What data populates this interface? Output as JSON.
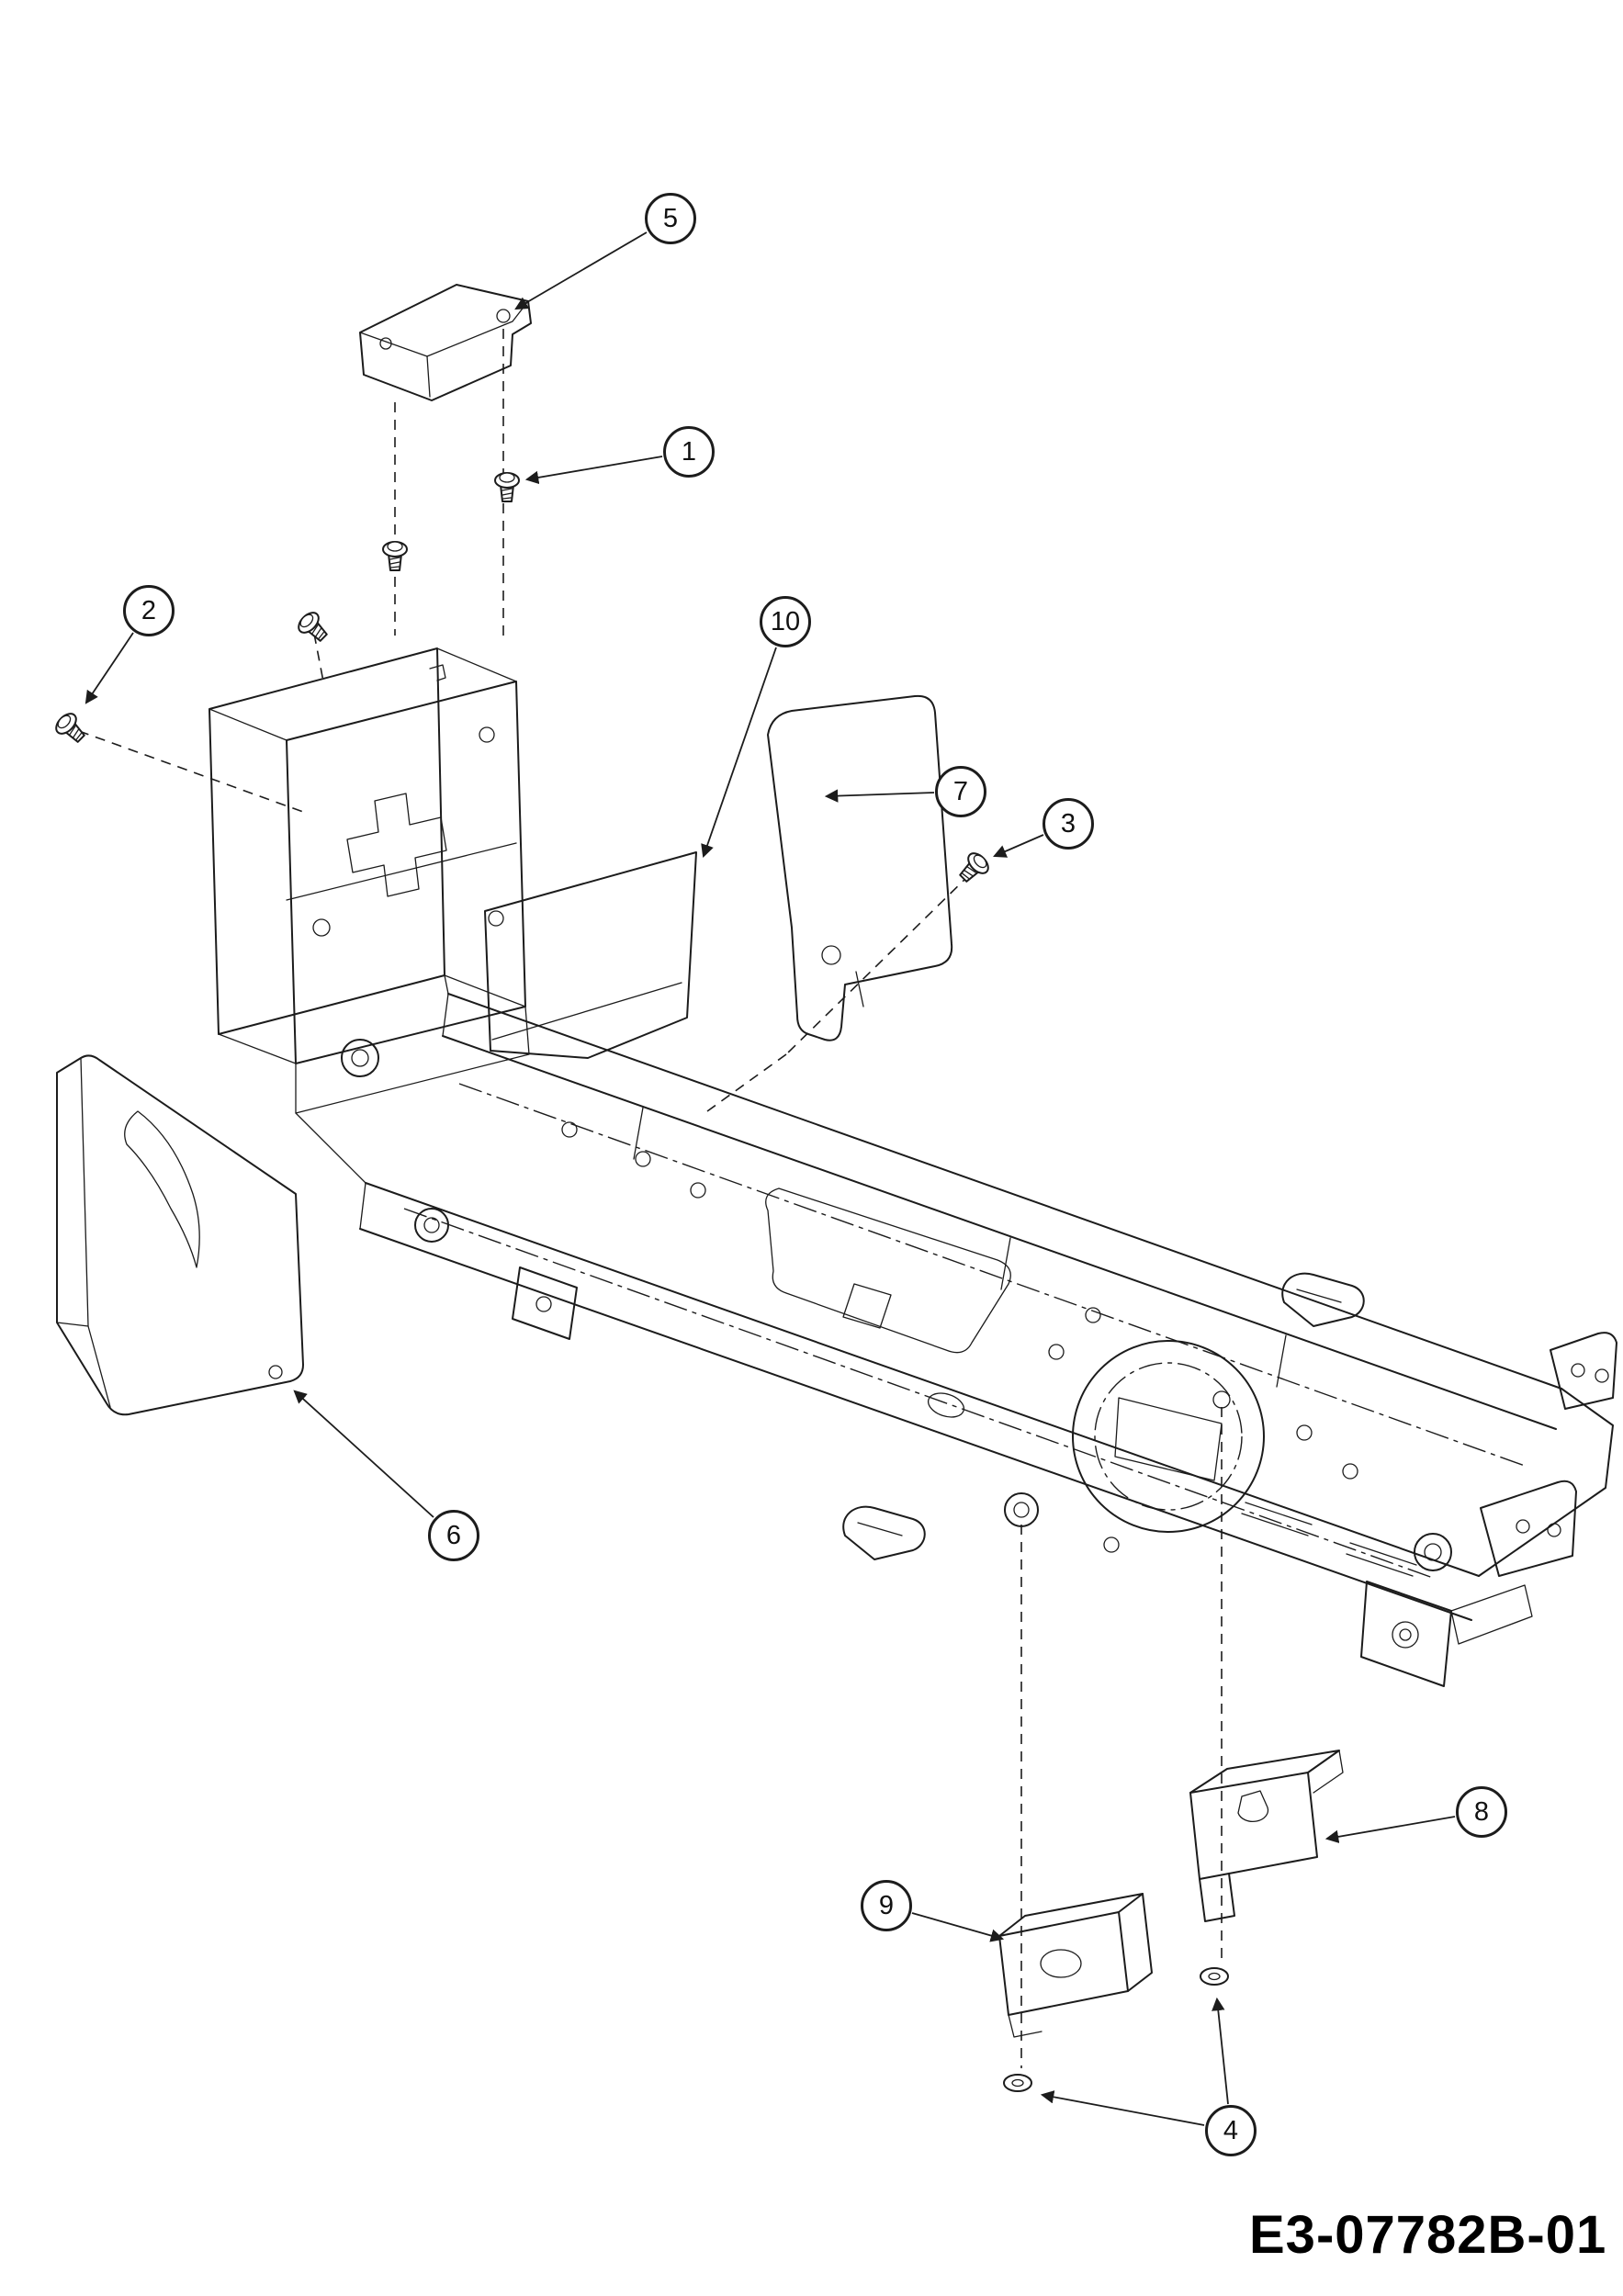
{
  "diagram": {
    "description": "Exploded parts diagram of tractor frame assembly",
    "part_code": "E3-07782B-01",
    "colors": {
      "ink": "#1c1c1c",
      "background": "#ffffff"
    },
    "callouts": [
      {
        "label": "5"
      },
      {
        "label": "1"
      },
      {
        "label": "2"
      },
      {
        "label": "10"
      },
      {
        "label": "7"
      },
      {
        "label": "3"
      },
      {
        "label": "6"
      },
      {
        "label": "8"
      },
      {
        "label": "9"
      },
      {
        "label": "4"
      }
    ]
  }
}
